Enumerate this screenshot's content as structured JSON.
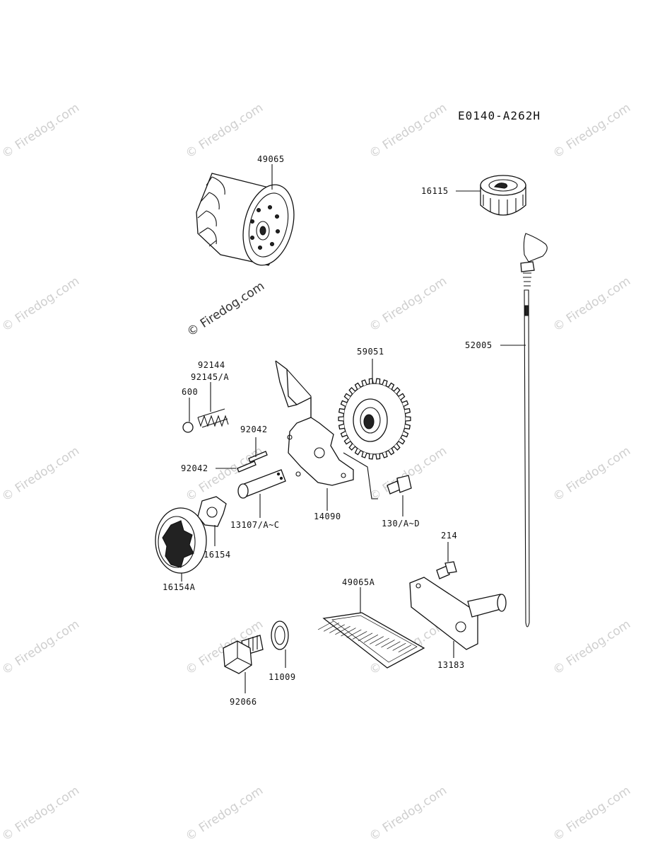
{
  "diagram": {
    "code": "E0140-A262H",
    "parts": [
      {
        "id": "oil_filter",
        "label": "49065"
      },
      {
        "id": "oil_cap",
        "label": "16115"
      },
      {
        "id": "dipstick",
        "label": "52005"
      },
      {
        "id": "spring",
        "label": "92144"
      },
      {
        "id": "spring_alt",
        "label": "92145/A"
      },
      {
        "id": "ball",
        "label": "600"
      },
      {
        "id": "pin_top",
        "label": "92042"
      },
      {
        "id": "pin_left",
        "label": "92042"
      },
      {
        "id": "gear",
        "label": "59051"
      },
      {
        "id": "shaft",
        "label": "13107/A~C"
      },
      {
        "id": "pump_cover",
        "label": "14090"
      },
      {
        "id": "bolt",
        "label": "130/A~D"
      },
      {
        "id": "inner_rotor",
        "label": "16154"
      },
      {
        "id": "outer_rotor",
        "label": "16154A"
      },
      {
        "id": "screw",
        "label": "214"
      },
      {
        "id": "strainer",
        "label": "49065A"
      },
      {
        "id": "bracket",
        "label": "13183"
      },
      {
        "id": "washer",
        "label": "11009"
      },
      {
        "id": "drain_plug",
        "label": "92066"
      }
    ]
  },
  "watermark": {
    "text": "© Firedog.com"
  }
}
